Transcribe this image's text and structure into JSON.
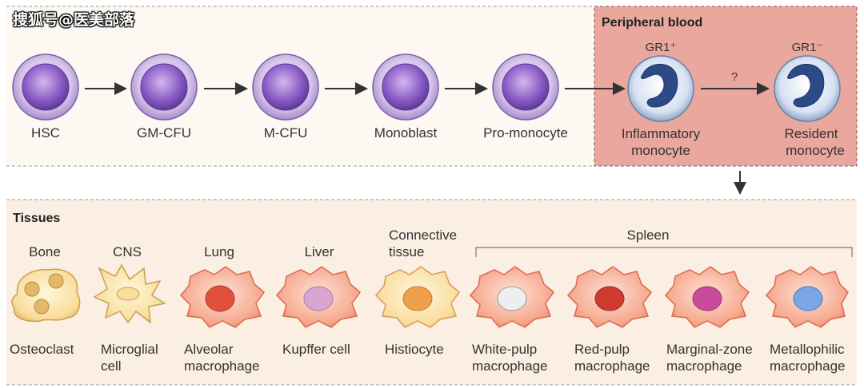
{
  "watermark": "搜狐号@医美部落",
  "peripheral_blood": {
    "title": "Peripheral blood",
    "gr1_positive": "GR1⁺",
    "gr1_negative": "GR1⁻",
    "question_mark": "?"
  },
  "lineage": [
    {
      "label": "HSC"
    },
    {
      "label": "GM-CFU"
    },
    {
      "label": "M-CFU"
    },
    {
      "label": "Monoblast"
    },
    {
      "label": "Pro-monocyte"
    }
  ],
  "monocytes": [
    {
      "line1": "Inflammatory",
      "line2": "monocyte"
    },
    {
      "line1": "Resident",
      "line2": "monocyte"
    }
  ],
  "tissues": {
    "title": "Tissues",
    "spleen_label": "Spleen",
    "items": [
      {
        "location1": "Bone",
        "location2": "",
        "cell1": "Osteoclast",
        "cell2": "",
        "nucleus_color": "#e3b86a"
      },
      {
        "location1": "CNS",
        "location2": "",
        "cell1": "Microglial",
        "cell2": "cell",
        "nucleus_color": "#f6df9e"
      },
      {
        "location1": "Lung",
        "location2": "",
        "cell1": "Alveolar",
        "cell2": "macrophage",
        "nucleus_color": "#e0503a"
      },
      {
        "location1": "Liver",
        "location2": "",
        "cell1": "Kupffer cell",
        "cell2": "",
        "nucleus_color": "#d9a6d4"
      },
      {
        "location1": "Connective",
        "location2": "tissue",
        "cell1": "Histiocyte",
        "cell2": "",
        "nucleus_color": "#f0a04a"
      },
      {
        "location1": "",
        "location2": "",
        "cell1": "White-pulp",
        "cell2": "macrophage",
        "nucleus_color": "#eeeeee"
      },
      {
        "location1": "",
        "location2": "",
        "cell1": "Red-pulp",
        "cell2": "macrophage",
        "nucleus_color": "#cc3a30"
      },
      {
        "location1": "",
        "location2": "",
        "cell1": "Marginal-zone",
        "cell2": "macrophage",
        "nucleus_color": "#c94c9c"
      },
      {
        "location1": "",
        "location2": "",
        "cell1": "Metallophilic",
        "cell2": "macrophage",
        "nucleus_color": "#7aa6e6"
      }
    ]
  }
}
